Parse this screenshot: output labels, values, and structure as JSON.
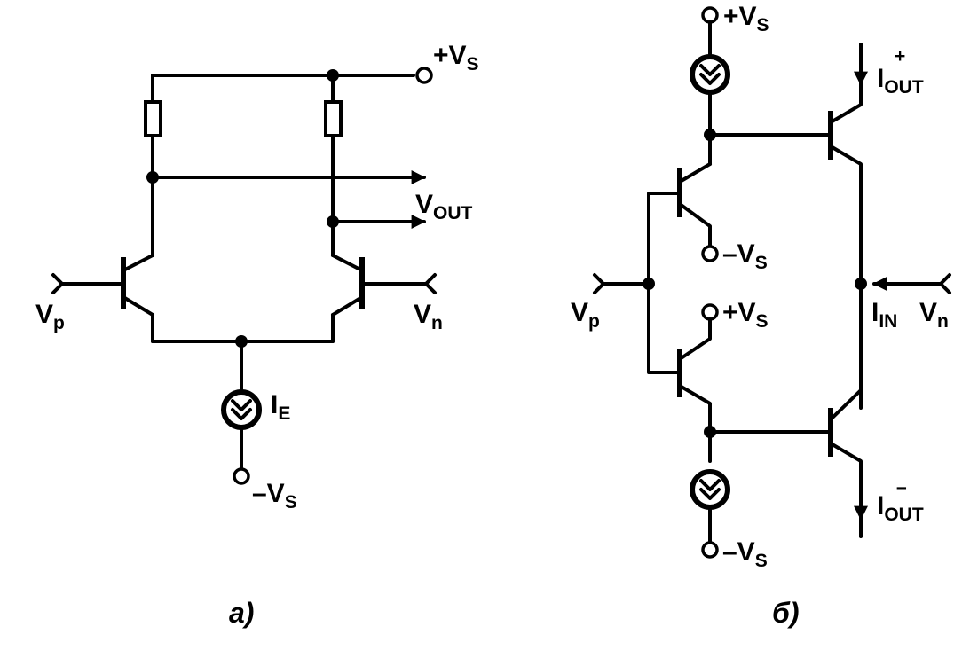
{
  "circuit_a": {
    "caption": "a)",
    "supply_pos": {
      "main": "+V",
      "sub": "S"
    },
    "supply_neg": {
      "main": "–V",
      "sub": "S"
    },
    "output": {
      "main": "V",
      "sub": "OUT"
    },
    "input_p": {
      "main": "V",
      "sub": "p"
    },
    "input_n": {
      "main": "V",
      "sub": "n"
    },
    "current_source": {
      "main": "I",
      "sub": "E"
    }
  },
  "circuit_b": {
    "caption": "б)",
    "supply_pos_top": {
      "main": "+V",
      "sub": "S"
    },
    "supply_neg_mid": {
      "main": "–V",
      "sub": "S"
    },
    "supply_pos_mid": {
      "main": "+V",
      "sub": "S"
    },
    "supply_neg_bottom": {
      "main": "–V",
      "sub": "S"
    },
    "output_pos": {
      "main": "I",
      "sub": "OUT",
      "sup": "+"
    },
    "output_neg": {
      "main": "I",
      "sub": "OUT",
      "sup": "–"
    },
    "input_current": {
      "main": "I",
      "sub": "IN"
    },
    "input_p": {
      "main": "V",
      "sub": "p"
    },
    "input_n": {
      "main": "V",
      "sub": "n"
    }
  }
}
